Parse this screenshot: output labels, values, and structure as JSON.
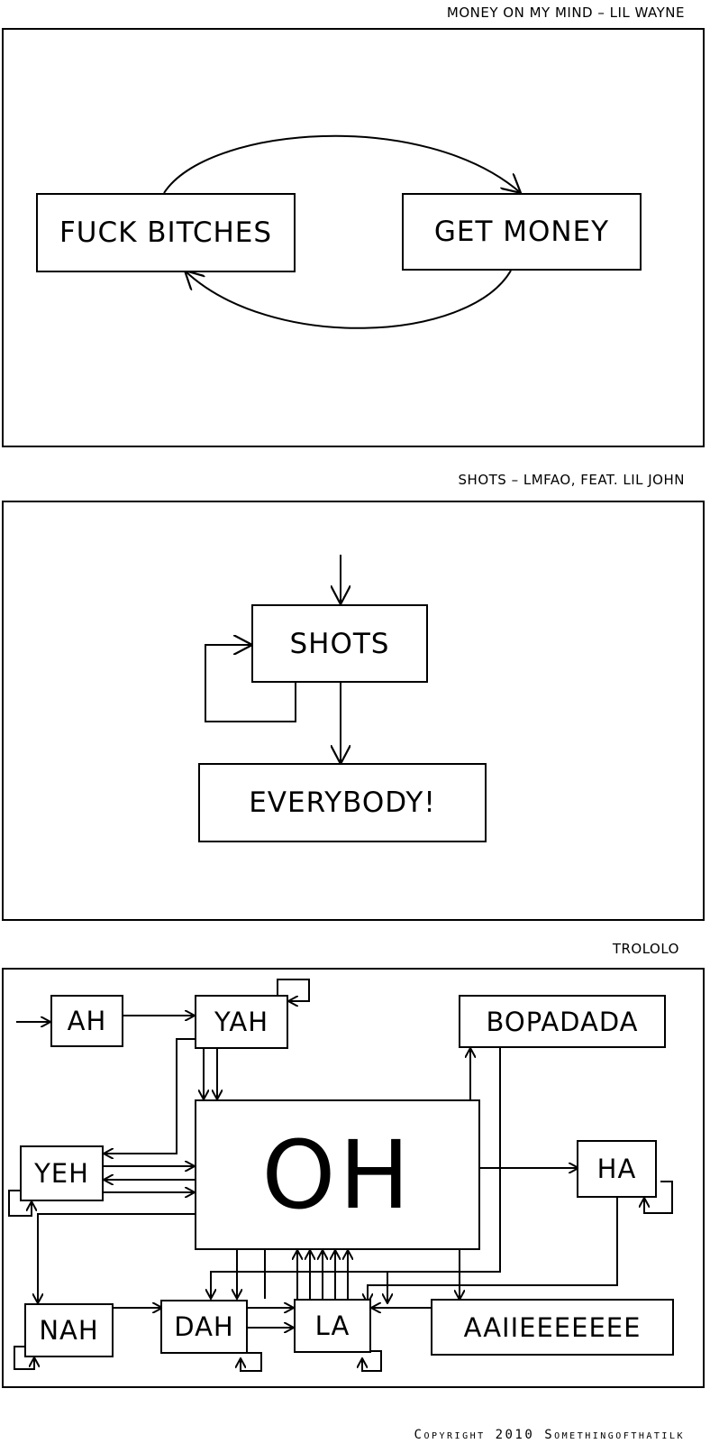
{
  "panels": {
    "money": {
      "caption": "MONEY ON MY MIND – LIL WAYNE",
      "nodes": {
        "fuck_bitches": "FUCK BITCHES",
        "get_money": "GET MONEY"
      }
    },
    "shots": {
      "caption": "SHOTS – LMFAO, FEAT. LIL JOHN",
      "nodes": {
        "shots": "SHOTS",
        "everybody": "EVERYBODY!"
      }
    },
    "trololo": {
      "caption": "TROLOLO",
      "nodes": {
        "ah": "AH",
        "yah": "YAH",
        "bopadada": "BOPADADA",
        "oh": "OH",
        "yeh": "YEH",
        "ha": "HA",
        "nah": "NAH",
        "dah": "DAH",
        "la": "LA",
        "aaiieeeeeee": "AAIIEEEEEEE"
      }
    }
  },
  "footer": {
    "copyright": "Copyright 2010 Somethingofthatilk"
  }
}
